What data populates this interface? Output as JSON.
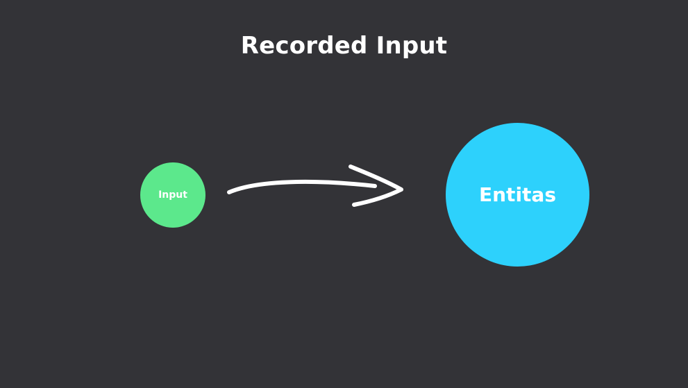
{
  "slide": {
    "title": "Recorded Input",
    "background": "#333337"
  },
  "nodes": {
    "input": {
      "label": "Input",
      "color": "#5ce88c"
    },
    "entitas": {
      "label": "Entitas",
      "color": "#2dd1fc"
    }
  },
  "arrow": {
    "color": "#ffffff",
    "icon": "hand-drawn-arrow-right-icon"
  }
}
